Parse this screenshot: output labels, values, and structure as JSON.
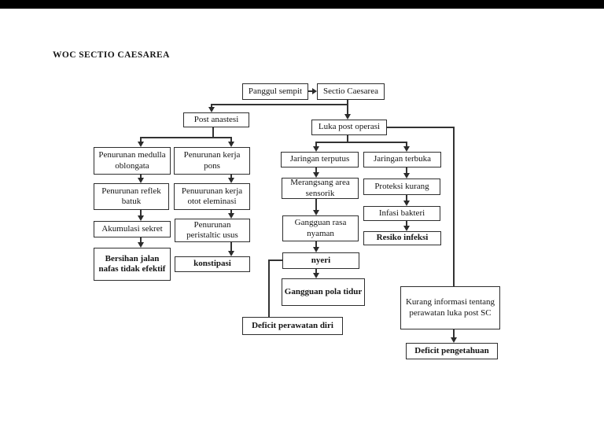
{
  "page": {
    "title": "WOC SECTIO CAESAREA"
  },
  "diagram": {
    "nodes": [
      {
        "id": "panggul-sempit",
        "label": "Panggul sempit",
        "bold": false
      },
      {
        "id": "sectio-caesarea",
        "label": "Sectio Caesarea",
        "bold": false
      },
      {
        "id": "post-anastesi",
        "label": "Post anastesi",
        "bold": false
      },
      {
        "id": "luka-post-operasi",
        "label": "Luka post operasi",
        "bold": false
      },
      {
        "id": "penurunan-medulla-oblongata",
        "label": "Penurunan medulla oblongata",
        "bold": false
      },
      {
        "id": "penurunan-kerja-pons",
        "label": "Penurunan kerja pons",
        "bold": false
      },
      {
        "id": "penurunan-reflek-batuk",
        "label": "Penurunan reflek batuk",
        "bold": false
      },
      {
        "id": "penuurunan-kerja-otot-eleminasi",
        "label": "Penuurunan kerja otot eleminasi",
        "bold": false
      },
      {
        "id": "akumulasi-sekret",
        "label": "Akumulasi sekret",
        "bold": false
      },
      {
        "id": "penurunan-peristaltic-usus",
        "label": "Penurunan peristaltic usus",
        "bold": false
      },
      {
        "id": "bersihan-jalan-nafas-tidak-efektif",
        "label": "Bersihan jalan nafas tidak efektif",
        "bold": true
      },
      {
        "id": "konstipasi",
        "label": "konstipasi",
        "bold": true
      },
      {
        "id": "jaringan-terputus",
        "label": "Jaringan terputus",
        "bold": false
      },
      {
        "id": "jaringan-terbuka",
        "label": "Jaringan terbuka",
        "bold": false
      },
      {
        "id": "merangsang-area-sensorik",
        "label": "Merangsang area sensorik",
        "bold": false
      },
      {
        "id": "proteksi-kurang",
        "label": "Proteksi kurang",
        "bold": false
      },
      {
        "id": "infasi-bakteri",
        "label": "Infasi bakteri",
        "bold": false
      },
      {
        "id": "resiko-infeksi",
        "label": "Resiko infeksi",
        "bold": true
      },
      {
        "id": "gangguan-rasa-nyaman",
        "label": "Gangguan rasa nyaman",
        "bold": false
      },
      {
        "id": "nyeri",
        "label": "nyeri",
        "bold": true
      },
      {
        "id": "gangguan-pola-tidur",
        "label": "Gangguan pola tidur",
        "bold": true
      },
      {
        "id": "deficit-perawatan-diri",
        "label": "Deficit perawatan diri",
        "bold": true
      },
      {
        "id": "kurang-informasi-perawatan-luka",
        "label": "Kurang informasi tentang perawatan luka post SC",
        "bold": false
      },
      {
        "id": "deficit-pengetahuan",
        "label": "Deficit pengetahuan",
        "bold": true
      }
    ],
    "edges": [
      {
        "from": "panggul-sempit",
        "to": "sectio-caesarea"
      },
      {
        "from": "sectio-caesarea",
        "to": "post-anastesi"
      },
      {
        "from": "sectio-caesarea",
        "to": "luka-post-operasi"
      },
      {
        "from": "post-anastesi",
        "to": "penurunan-medulla-oblongata"
      },
      {
        "from": "post-anastesi",
        "to": "penurunan-kerja-pons"
      },
      {
        "from": "penurunan-medulla-oblongata",
        "to": "penurunan-reflek-batuk"
      },
      {
        "from": "penurunan-kerja-pons",
        "to": "penuurunan-kerja-otot-eleminasi"
      },
      {
        "from": "penurunan-reflek-batuk",
        "to": "akumulasi-sekret"
      },
      {
        "from": "penuurunan-kerja-otot-eleminasi",
        "to": "penurunan-peristaltic-usus"
      },
      {
        "from": "akumulasi-sekret",
        "to": "bersihan-jalan-nafas-tidak-efektif"
      },
      {
        "from": "penurunan-peristaltic-usus",
        "to": "konstipasi"
      },
      {
        "from": "luka-post-operasi",
        "to": "jaringan-terputus"
      },
      {
        "from": "luka-post-operasi",
        "to": "jaringan-terbuka"
      },
      {
        "from": "luka-post-operasi",
        "to": "kurang-informasi-perawatan-luka"
      },
      {
        "from": "jaringan-terputus",
        "to": "merangsang-area-sensorik"
      },
      {
        "from": "merangsang-area-sensorik",
        "to": "gangguan-rasa-nyaman"
      },
      {
        "from": "gangguan-rasa-nyaman",
        "to": "nyeri"
      },
      {
        "from": "nyeri",
        "to": "gangguan-pola-tidur"
      },
      {
        "from": "nyeri",
        "to": "deficit-perawatan-diri"
      },
      {
        "from": "jaringan-terbuka",
        "to": "proteksi-kurang"
      },
      {
        "from": "proteksi-kurang",
        "to": "infasi-bakteri"
      },
      {
        "from": "infasi-bakteri",
        "to": "resiko-infeksi"
      },
      {
        "from": "kurang-informasi-perawatan-luka",
        "to": "deficit-pengetahuan"
      }
    ],
    "colors": {
      "line": "#333333",
      "border": "#2e2e2e",
      "text": "#141414",
      "top_bar": "#000000"
    }
  }
}
